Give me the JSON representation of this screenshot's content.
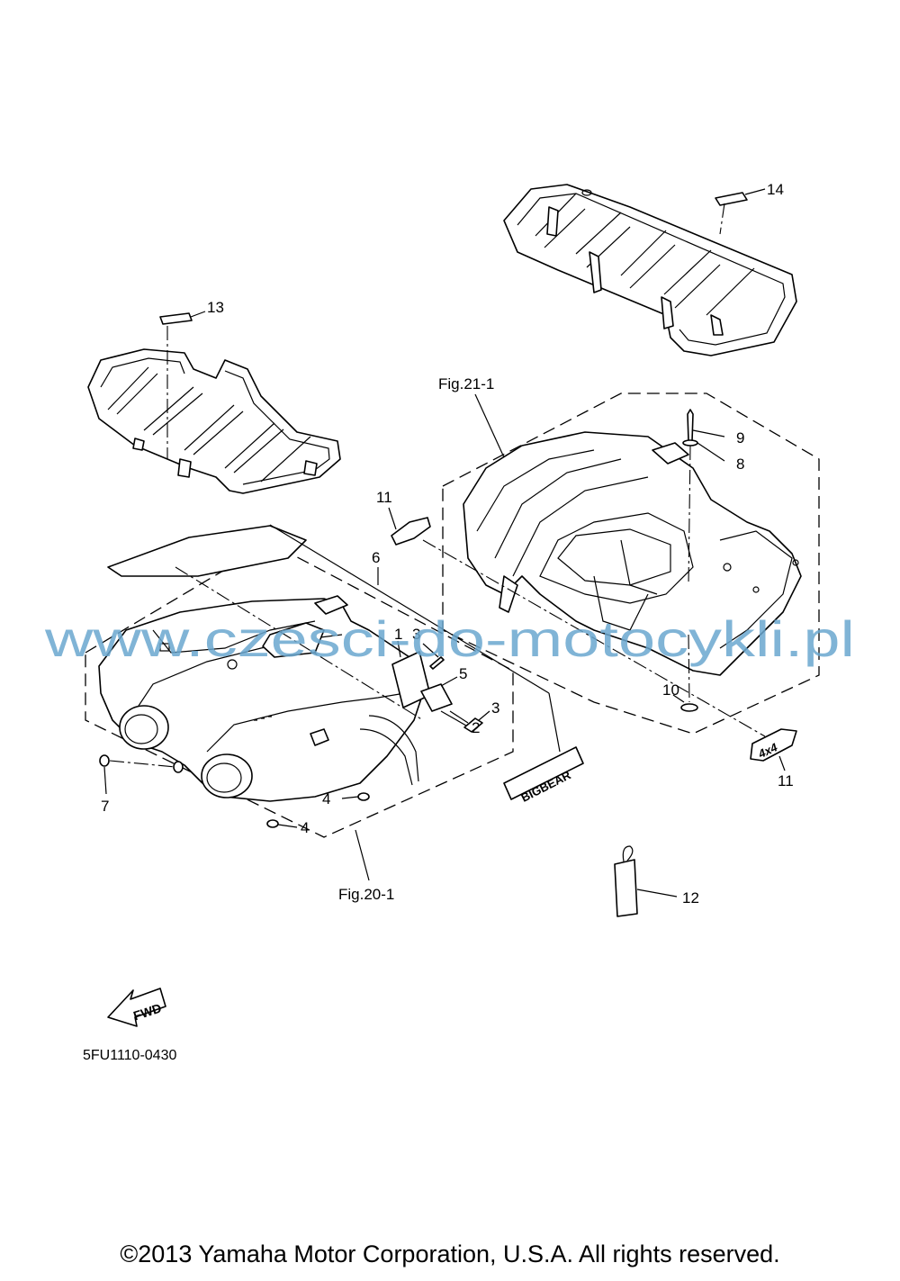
{
  "diagram": {
    "fig_labels": {
      "front": "Fig.20-1",
      "rear": "Fig.21-1"
    },
    "callouts": [
      {
        "id": "c1",
        "text": "1"
      },
      {
        "id": "c2",
        "text": "2"
      },
      {
        "id": "c3a",
        "text": "3"
      },
      {
        "id": "c3b",
        "text": "3"
      },
      {
        "id": "c4a",
        "text": "4"
      },
      {
        "id": "c4b",
        "text": "4"
      },
      {
        "id": "c5",
        "text": "5"
      },
      {
        "id": "c6",
        "text": "6"
      },
      {
        "id": "c7",
        "text": "7"
      },
      {
        "id": "c8",
        "text": "8"
      },
      {
        "id": "c9",
        "text": "9"
      },
      {
        "id": "c10",
        "text": "10"
      },
      {
        "id": "c11a",
        "text": "11"
      },
      {
        "id": "c11b",
        "text": "11"
      },
      {
        "id": "c12",
        "text": "12"
      },
      {
        "id": "c13",
        "text": "13"
      },
      {
        "id": "c14",
        "text": "14"
      }
    ],
    "fwd_label": "FWD",
    "emblem_text": "BIGBEAR",
    "decal_4x4": "4x4",
    "part_code": "5FU1110-0430",
    "watermark": "www.czesci-do-motocykli.pl"
  },
  "footer": {
    "copyright": "©2013 Yamaha Motor Corporation, U.S.A. All rights reserved."
  }
}
